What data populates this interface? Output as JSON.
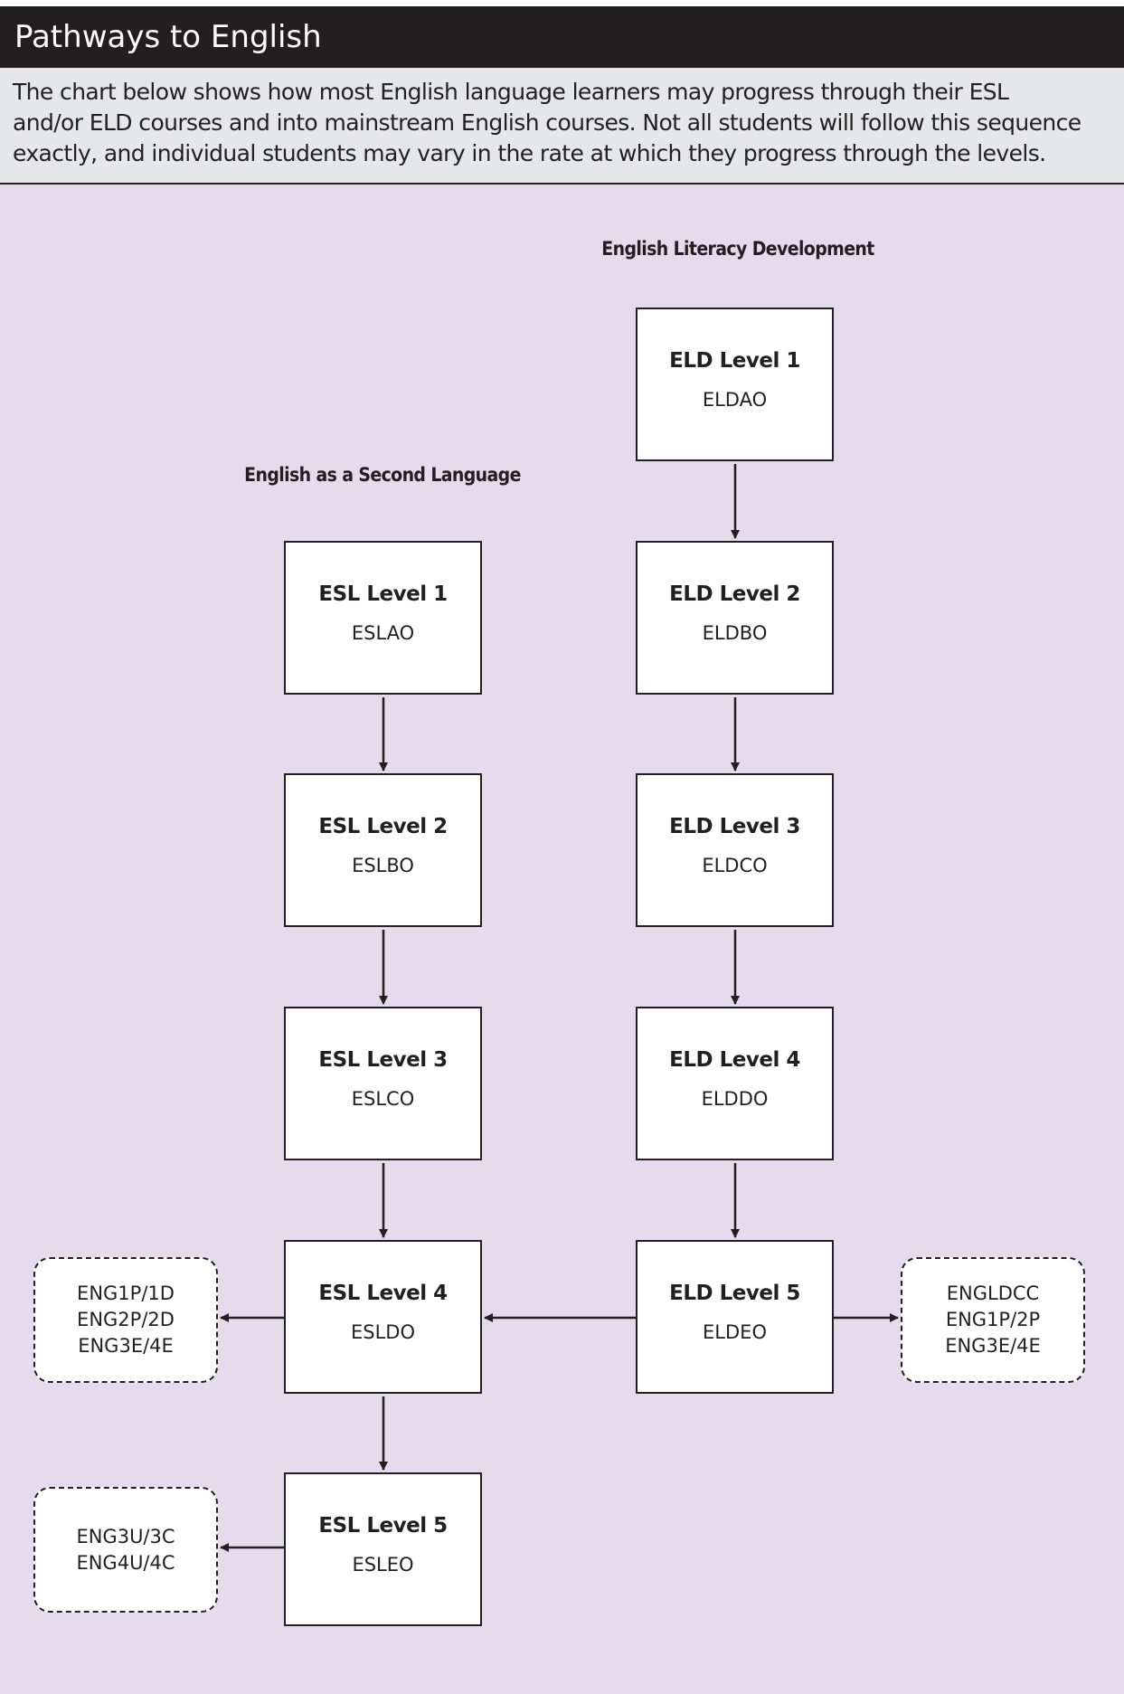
{
  "title": "Pathways to English",
  "intro": {
    "line1": "The chart below shows how most English language learners may progress through their ESL",
    "line2": "and/or ELD courses and into mainstream English courses.  Not all students will follow this sequence",
    "line3": "exactly, and individual students may vary in the rate at which they progress through the levels."
  },
  "colors": {
    "titlebar": "#231f20",
    "intro_bg": "#e6e7e8",
    "canvas_bg": "#e5dbec",
    "box_bg": "#ffffff",
    "ink": "#231f20"
  },
  "eld": {
    "heading": "English Literacy Development",
    "levels": [
      {
        "label": "ELD Level 1",
        "code": "ELDAO"
      },
      {
        "label": "ELD Level 2",
        "code": "ELDBO"
      },
      {
        "label": "ELD Level 3",
        "code": "ELDCO"
      },
      {
        "label": "ELD Level 4",
        "code": "ELDDO"
      },
      {
        "label": "ELD Level 5",
        "code": "ELDEO"
      }
    ],
    "exit": [
      "ENGLDCC",
      "ENG1P/2P",
      "ENG3E/4E"
    ]
  },
  "esl": {
    "heading": "English as a Second Language",
    "levels": [
      {
        "label": "ESL Level 1",
        "code": "ESLAO"
      },
      {
        "label": "ESL Level 2",
        "code": "ESLBO"
      },
      {
        "label": "ESL Level 3",
        "code": "ESLCO"
      },
      {
        "label": "ESL Level 4",
        "code": "ESLDO"
      },
      {
        "label": "ESL Level 5",
        "code": "ESLEO"
      }
    ],
    "exit_level4": [
      "ENG1P/1D",
      "ENG2P/2D",
      "ENG3E/4E"
    ],
    "exit_level5": [
      "ENG3U/3C",
      "ENG4U/4C"
    ]
  }
}
